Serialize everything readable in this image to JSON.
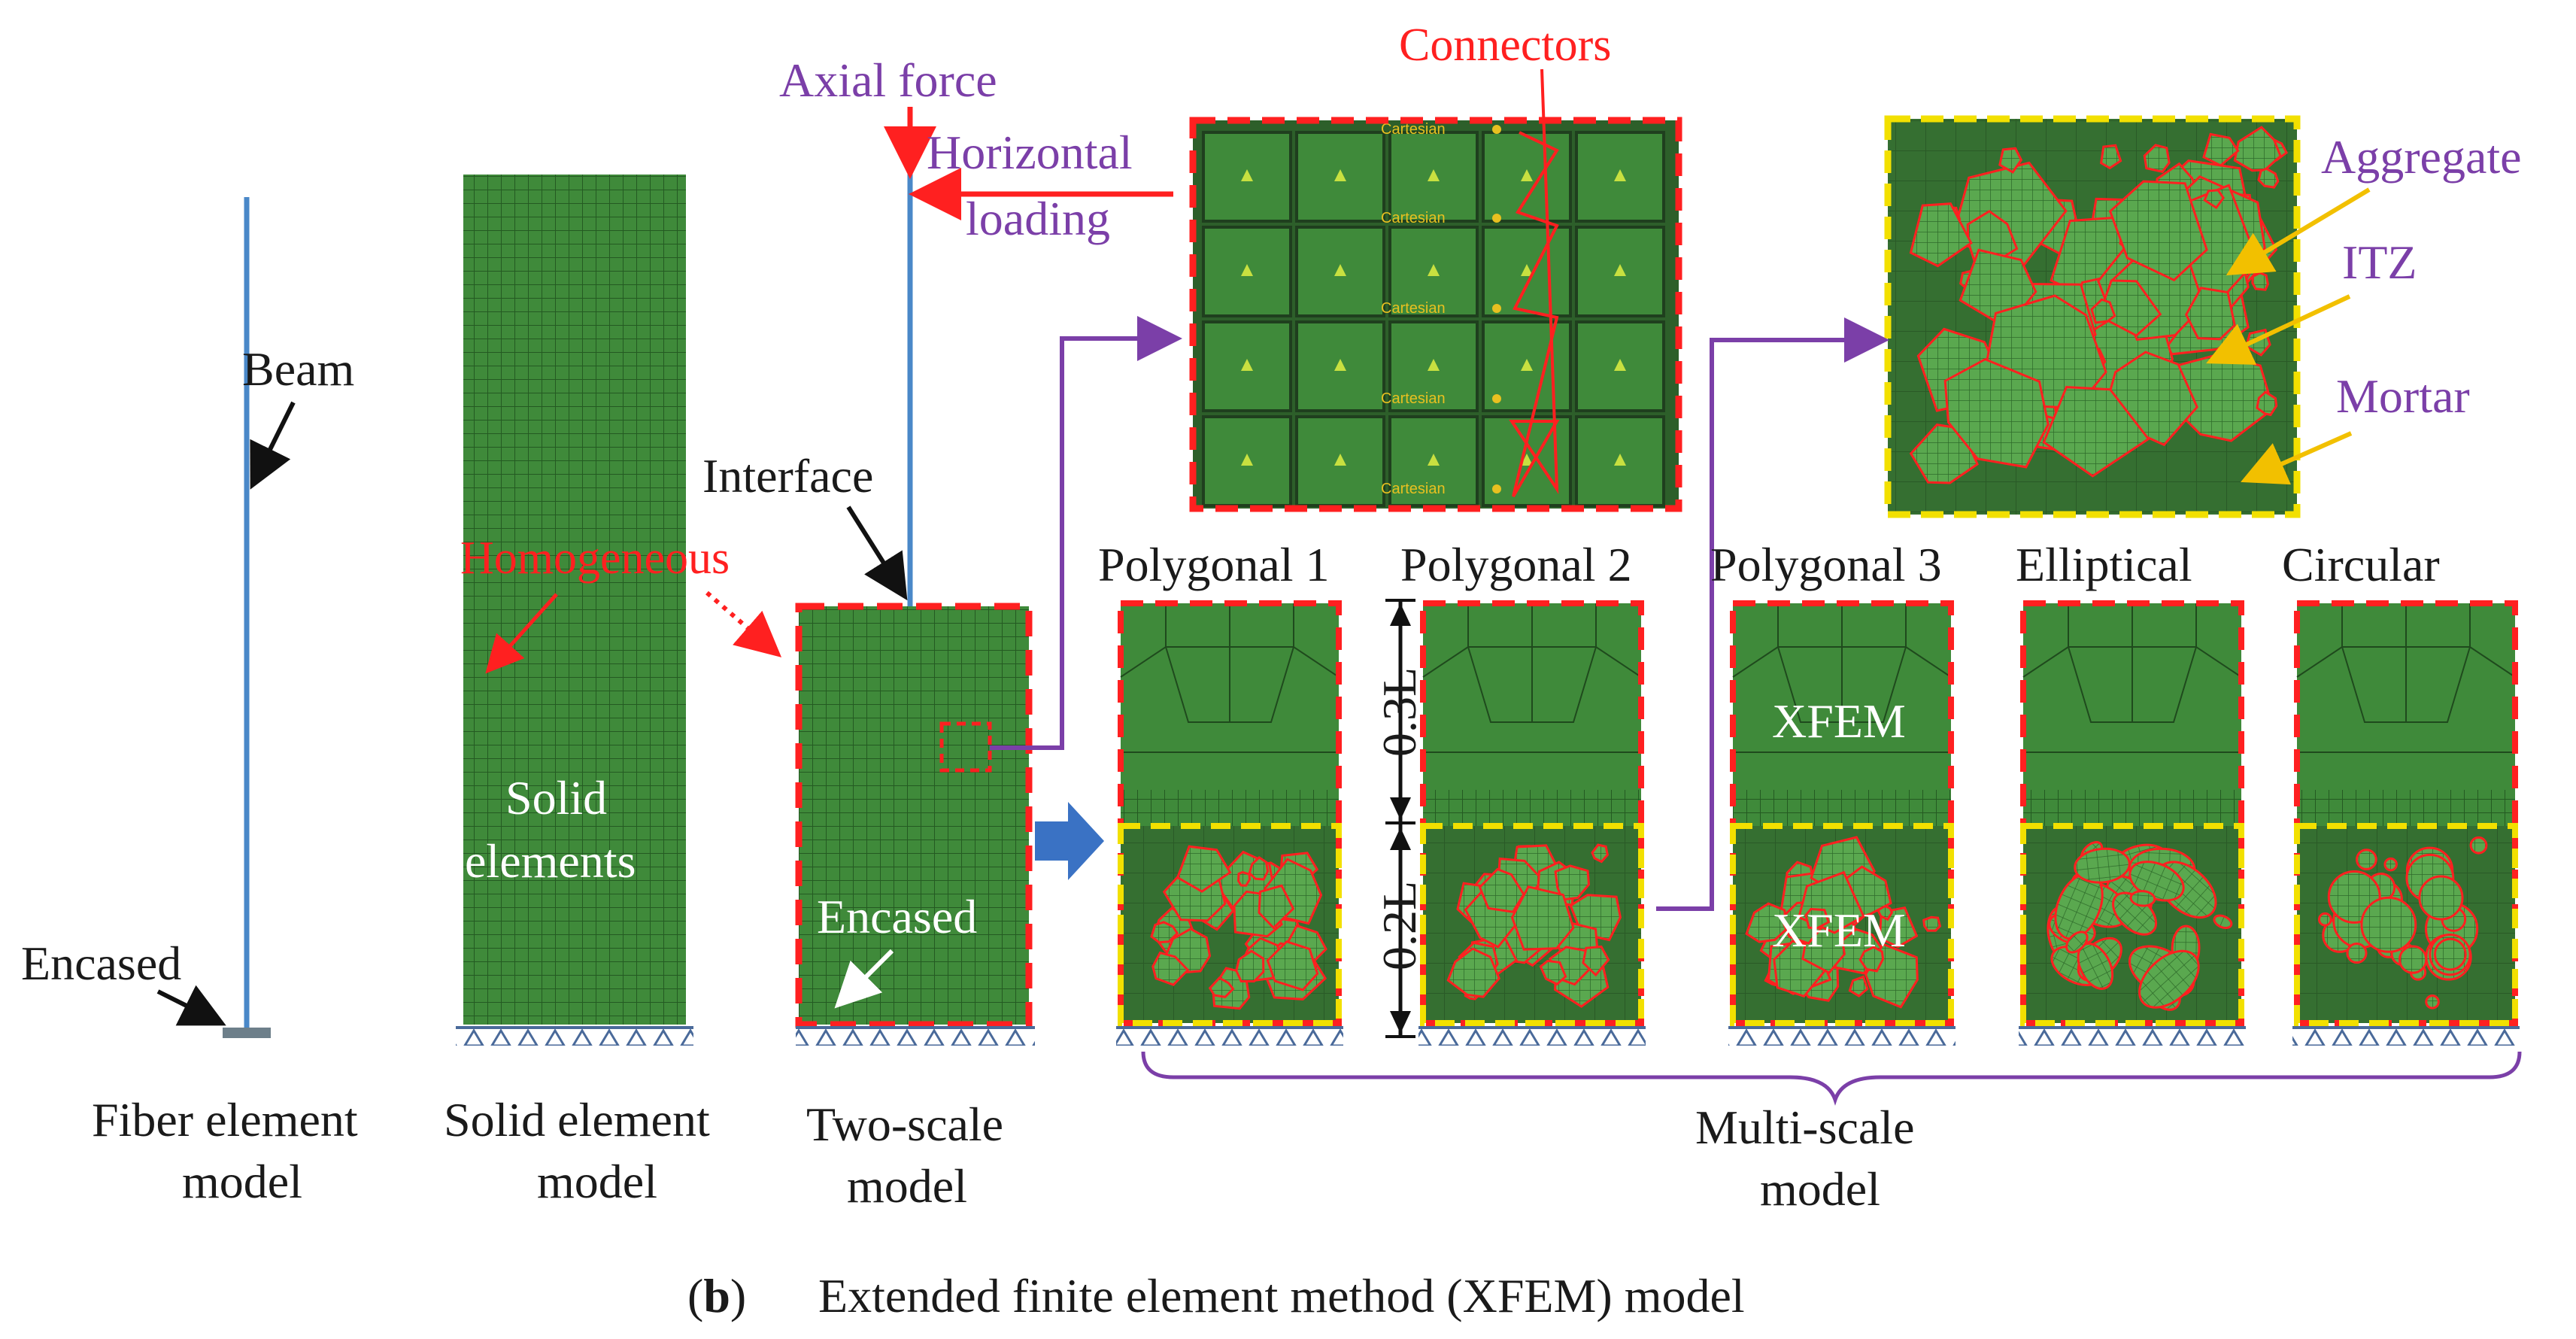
{
  "colors": {
    "mesh_green": "#3f8a3a",
    "dark_green": "#2a5e28",
    "purple": "#7b3fa8",
    "red": "#ff2020",
    "yellow": "#f2e000",
    "beam_blue": "#4a88c8",
    "arrow_blue": "#3a72c4"
  },
  "fiber_model": {
    "beam_label": "Beam",
    "support_label": "Encased",
    "caption_line1": "Fiber element",
    "caption_line2": "model"
  },
  "solid_model": {
    "inner_line1": "Solid",
    "inner_line2": "elements",
    "homogeneous_label": "Homogeneous",
    "caption_line1": "Solid element",
    "caption_line2": "model"
  },
  "two_scale_model": {
    "axial_force": "Axial force",
    "horizontal_line1": "Horizontal",
    "horizontal_line2": "loading",
    "interface_label": "Interface",
    "encased_label": "Encased",
    "caption_line1": "Two-scale",
    "caption_line2": "model"
  },
  "connectors_panel": {
    "title": "Connectors",
    "marker_text": "Cartesian"
  },
  "mesoscale_panel": {
    "aggregate": "Aggregate",
    "itz": "ITZ",
    "mortar": "Mortar"
  },
  "multi_scale_model": {
    "variants": [
      "Polygonal  1",
      "Polygonal  2",
      "Polygonal  3",
      "Elliptical",
      "Circular"
    ],
    "dim_upper": "0.3L",
    "dim_lower": "0.2L",
    "xfem_label": "XFEM",
    "caption_line1": "Multi-scale",
    "caption_line2": "model"
  },
  "caption": {
    "letter": "b",
    "open": "(",
    "close": ")",
    "text": "Extended finite element method (XFEM) model"
  }
}
